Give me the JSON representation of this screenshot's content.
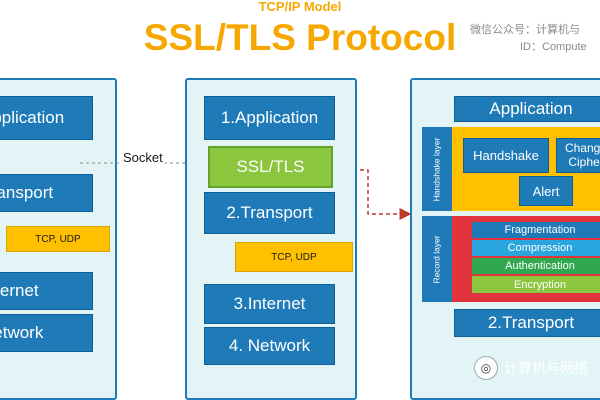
{
  "header": {
    "subtitle": "TCP/IP Model",
    "title": "SSL/TLS Protocol"
  },
  "watermark": {
    "line1": "微信公众号：计算机与",
    "line2": "ID：Compute",
    "badge": "计算机与网络"
  },
  "left_stack": {
    "application": "Application",
    "transport": "Transport",
    "tcp_udp": "TCP, UDP",
    "internet": "Internet",
    "network": "Network"
  },
  "socket_label": "Socket",
  "middle_stack": {
    "application": "1.Application",
    "ssl_tls": "SSL/TLS",
    "transport": "2.Transport",
    "tcp_udp": "TCP, UDP",
    "internet": "3.Internet",
    "network": "4. Network"
  },
  "right_stack": {
    "application": "Application",
    "handshake_layer": "Handshake layer",
    "handshake": "Handshake",
    "change_cipher": "Change Cipher",
    "alert": "Alert",
    "record_layer": "Record layer",
    "record_items": [
      "Fragmentation",
      "Compression",
      "Authentication",
      "Encryption"
    ],
    "transport": "2.Transport"
  },
  "colors": {
    "layer_blue": "#1f7ab8",
    "ssl_green": "#8cc63f",
    "tcp_yellow": "#ffc000",
    "panel_bg": "#e3f4f7",
    "title_orange": "#f7a800",
    "record_red": "#e2343c",
    "fragmentation": "#1f7ab8",
    "compression": "#2aa6df",
    "authentication": "#2fa84f",
    "encryption": "#8cc63f"
  }
}
